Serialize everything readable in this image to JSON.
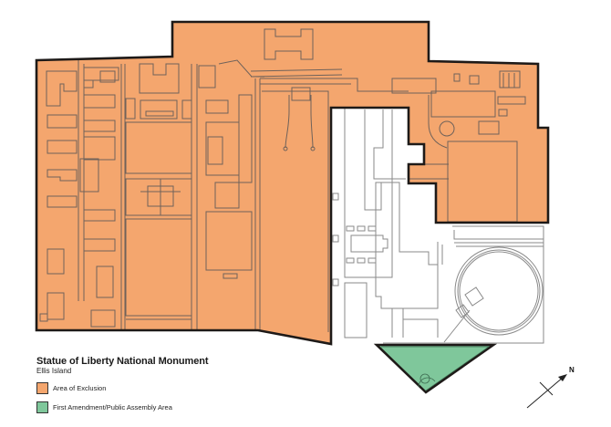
{
  "map": {
    "title": "Statue of Liberty National Monument",
    "subtitle": "Ellis Island",
    "colors": {
      "exclusion_fill": "#f4a66e",
      "assembly_fill": "#7fc79b",
      "boundary_stroke": "#1e1a18",
      "building_outline": "#6f625a"
    }
  },
  "legend": {
    "items": [
      {
        "label": "Area of Exclusion",
        "color": "#f4a66e"
      },
      {
        "label": "First Amendment/Public Assembly Area",
        "color": "#7fc79b"
      }
    ]
  },
  "compass": {
    "label": "N",
    "icon": "north-arrow-icon"
  }
}
